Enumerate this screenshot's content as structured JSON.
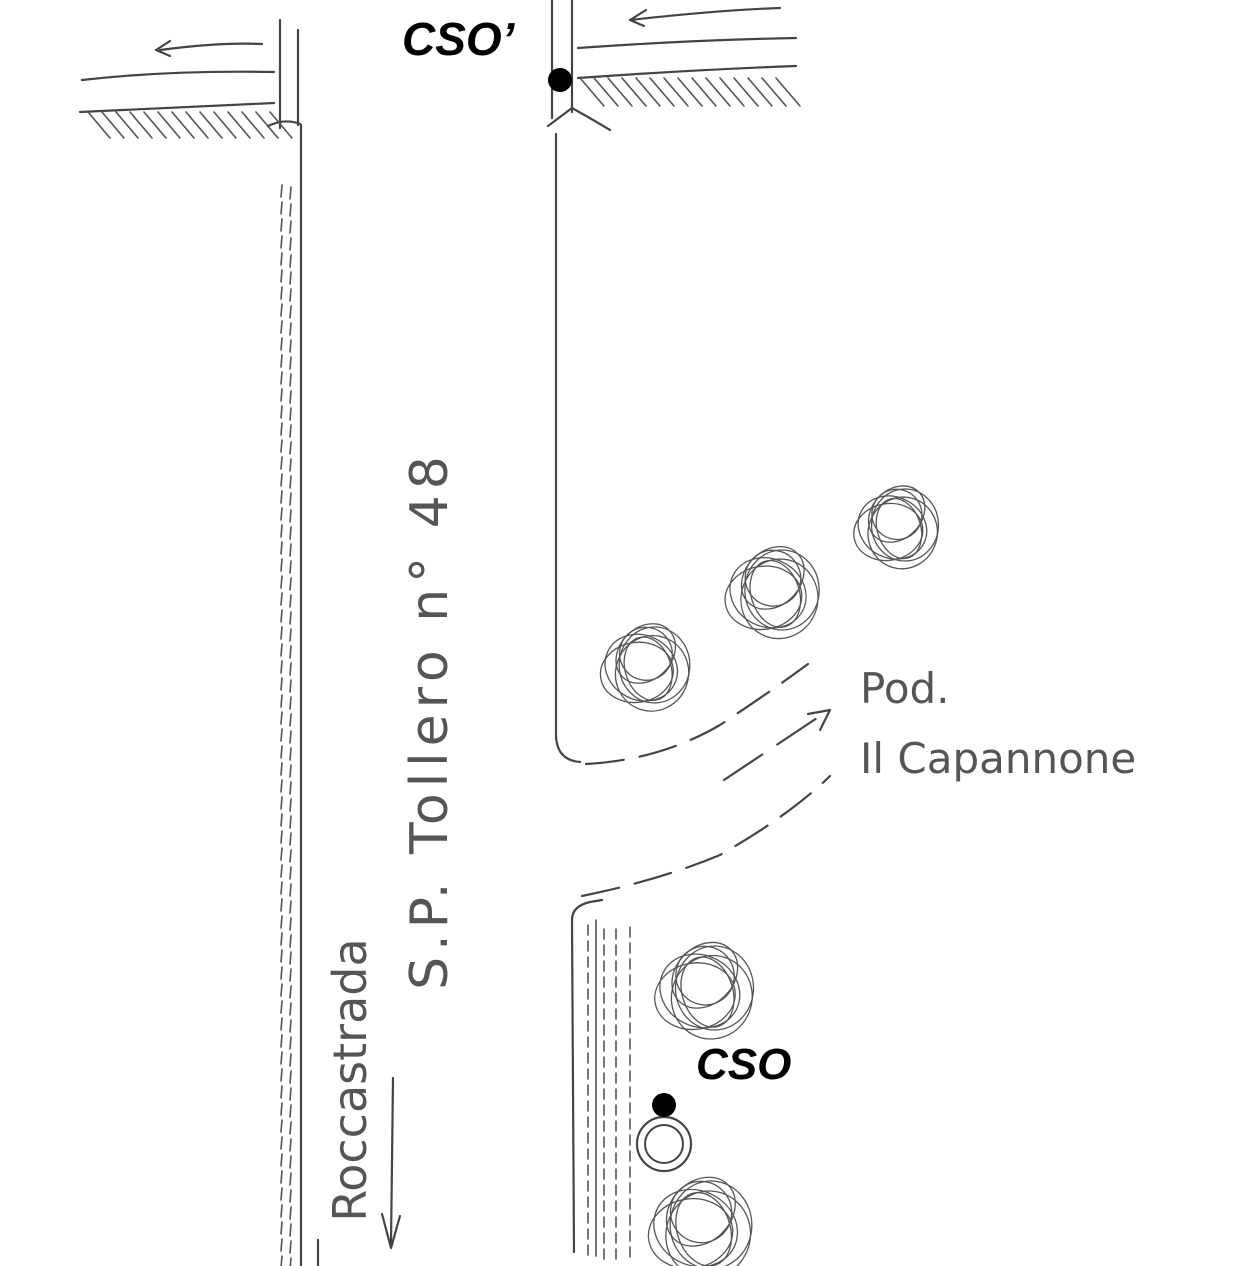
{
  "labels": {
    "cso_prime": "CSO’",
    "cso": "CSO",
    "road_name": "S.P. Tollero n° 48",
    "direction_town": "Roccastrada",
    "farm_line1": "Pod.",
    "farm_line2": "Il Capannone"
  },
  "icons": {
    "cso_prime_marker": "filled-dot-icon",
    "cso_marker": "filled-dot-icon",
    "well": "well-circle-icon",
    "trees": "tree-scribble-icon",
    "flow_arrows": "flow-arrow-icon"
  }
}
